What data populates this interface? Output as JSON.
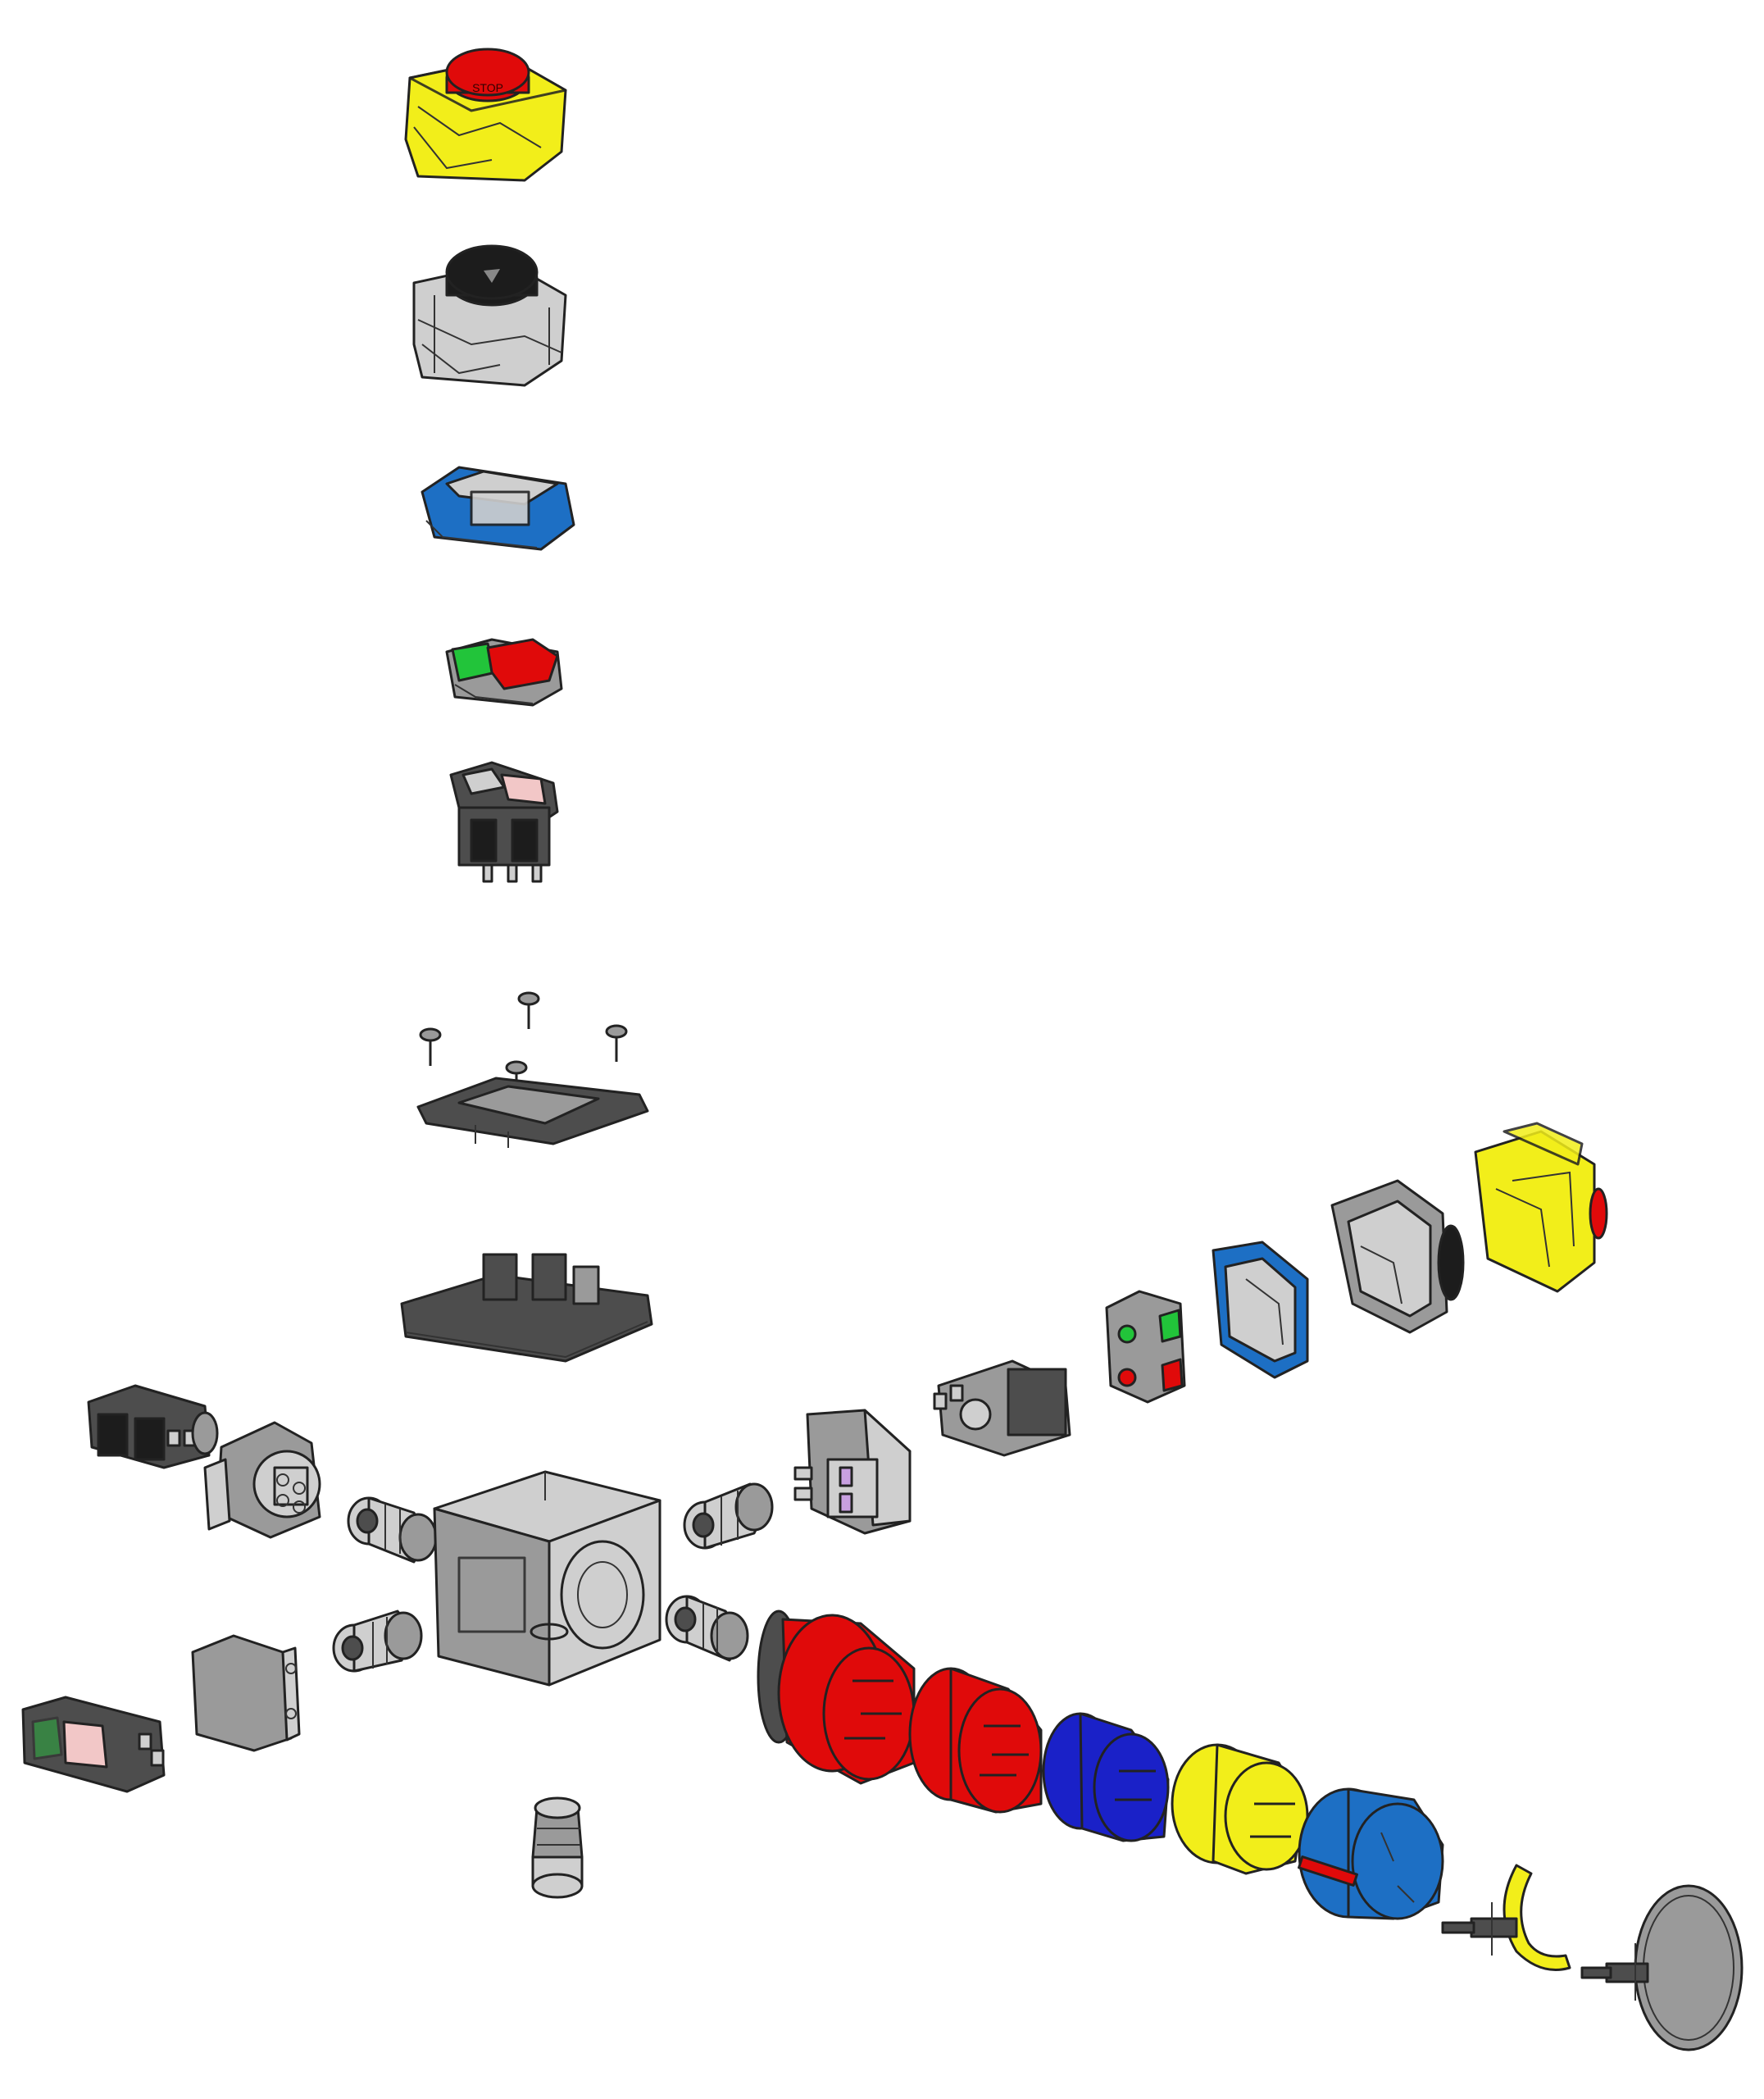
{
  "palette": {
    "red": "#e00a0a",
    "yellow": "#f2ee1a",
    "blue": "#1d6fc4",
    "navy": "#1a21c8",
    "green": "#22c43a",
    "grey": "#9a9a9a",
    "dark_grey": "#4d4d4d",
    "light_grey": "#cfcfcf",
    "pink": "#f2c7c7",
    "black": "#1c1c1c"
  },
  "labels": {
    "stop_cap_text": "STOP"
  },
  "parts": [
    {
      "name": "emergency-stop-switch-yellow",
      "icon": "mushroom-button-icon"
    },
    {
      "name": "mushroom-switch-black",
      "icon": "mushroom-button-icon"
    },
    {
      "name": "blue-push-button-switch",
      "icon": "push-button-icon"
    },
    {
      "name": "green-red-button-switch",
      "icon": "push-button-icon"
    },
    {
      "name": "green-red-toggle-switch",
      "icon": "toggle-switch-icon"
    },
    {
      "name": "mounting-plate-with-screws",
      "icon": "screw-icon"
    },
    {
      "name": "base-tray",
      "icon": "tray-icon"
    },
    {
      "name": "junction-box",
      "icon": "box-icon"
    },
    {
      "name": "cable-gland",
      "icon": "gland-icon"
    },
    {
      "name": "red-plug-5-pin",
      "icon": "plug-icon"
    },
    {
      "name": "red-plug-4-pin",
      "icon": "plug-icon"
    },
    {
      "name": "navy-plug-3-pin",
      "icon": "plug-icon"
    },
    {
      "name": "yellow-plug-3-pin",
      "icon": "plug-icon"
    },
    {
      "name": "blue-socket-3-pin",
      "icon": "socket-icon"
    },
    {
      "name": "yellow-cable-clip",
      "icon": "clip-icon"
    },
    {
      "name": "grey-round-cover",
      "icon": "cover-icon"
    }
  ]
}
